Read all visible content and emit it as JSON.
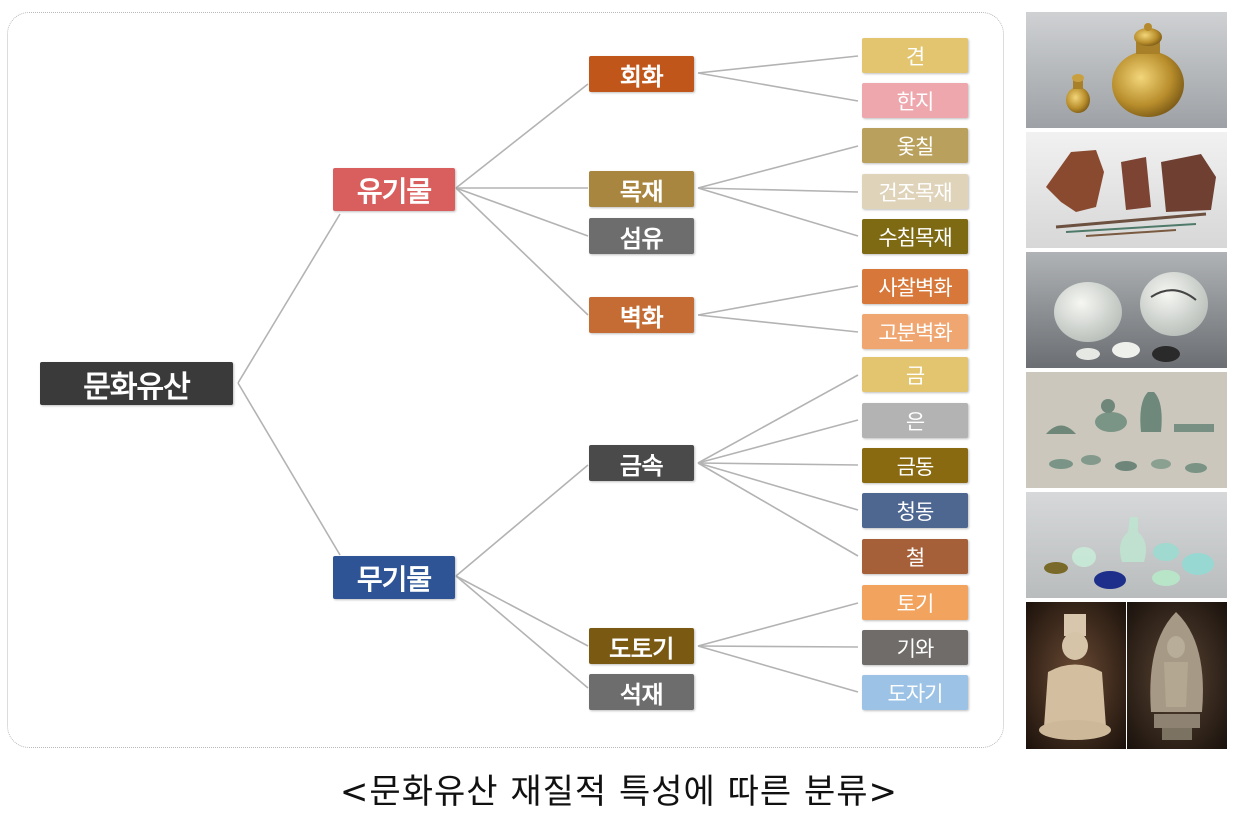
{
  "diagram": {
    "root": {
      "label": "문화유산",
      "color": "#3a3a3a"
    },
    "organic": {
      "label": "유기물",
      "color": "#d95f5f"
    },
    "inorganic": {
      "label": "무기물",
      "color": "#2e5496"
    },
    "painting": {
      "label": "회화",
      "color": "#c0561a"
    },
    "wood": {
      "label": "목재",
      "color": "#a8863f"
    },
    "fiber": {
      "label": "섬유",
      "color": "#6d6d6d"
    },
    "mural": {
      "label": "벽화",
      "color": "#c46c34"
    },
    "metal": {
      "label": "금속",
      "color": "#4a4a4a"
    },
    "ceramics": {
      "label": "도토기",
      "color": "#7a5a12"
    },
    "stone": {
      "label": "석재",
      "color": "#6d6d6d"
    },
    "silk": {
      "label": "견",
      "color": "#e2c56e"
    },
    "hanji": {
      "label": "한지",
      "color": "#eea7ad"
    },
    "lacquer": {
      "label": "옻칠",
      "color": "#b9a05c"
    },
    "dry_wood": {
      "label": "건조목재",
      "color": "#dfd3b9"
    },
    "wet_wood": {
      "label": "수침목재",
      "color": "#7d6a12"
    },
    "temple_mural": {
      "label": "사찰벽화",
      "color": "#d7783a"
    },
    "tomb_mural": {
      "label": "고분벽화",
      "color": "#f0a671"
    },
    "gold": {
      "label": "금",
      "color": "#e2c56e"
    },
    "silver": {
      "label": "은",
      "color": "#b3b3b3"
    },
    "gilt_bronze": {
      "label": "금동",
      "color": "#8a6a10"
    },
    "bronze": {
      "label": "청동",
      "color": "#4d6790"
    },
    "iron": {
      "label": "철",
      "color": "#a5603a"
    },
    "earthenware": {
      "label": "토기",
      "color": "#f2a35e"
    },
    "roof_tile": {
      "label": "기와",
      "color": "#6f6c6a"
    },
    "porcelain": {
      "label": "도자기",
      "color": "#9cc3e6"
    }
  },
  "photos": [
    {
      "icon": "gilt-jars-photo"
    },
    {
      "icon": "horse-figure-photo"
    },
    {
      "icon": "white-porcelain-photo"
    },
    {
      "icon": "celadon-photo"
    },
    {
      "icon": "glass-vessels-photo"
    },
    {
      "icon": "stone-buddha-photo"
    }
  ],
  "caption": "<문화유산 재질적 특성에 따른 분류>"
}
